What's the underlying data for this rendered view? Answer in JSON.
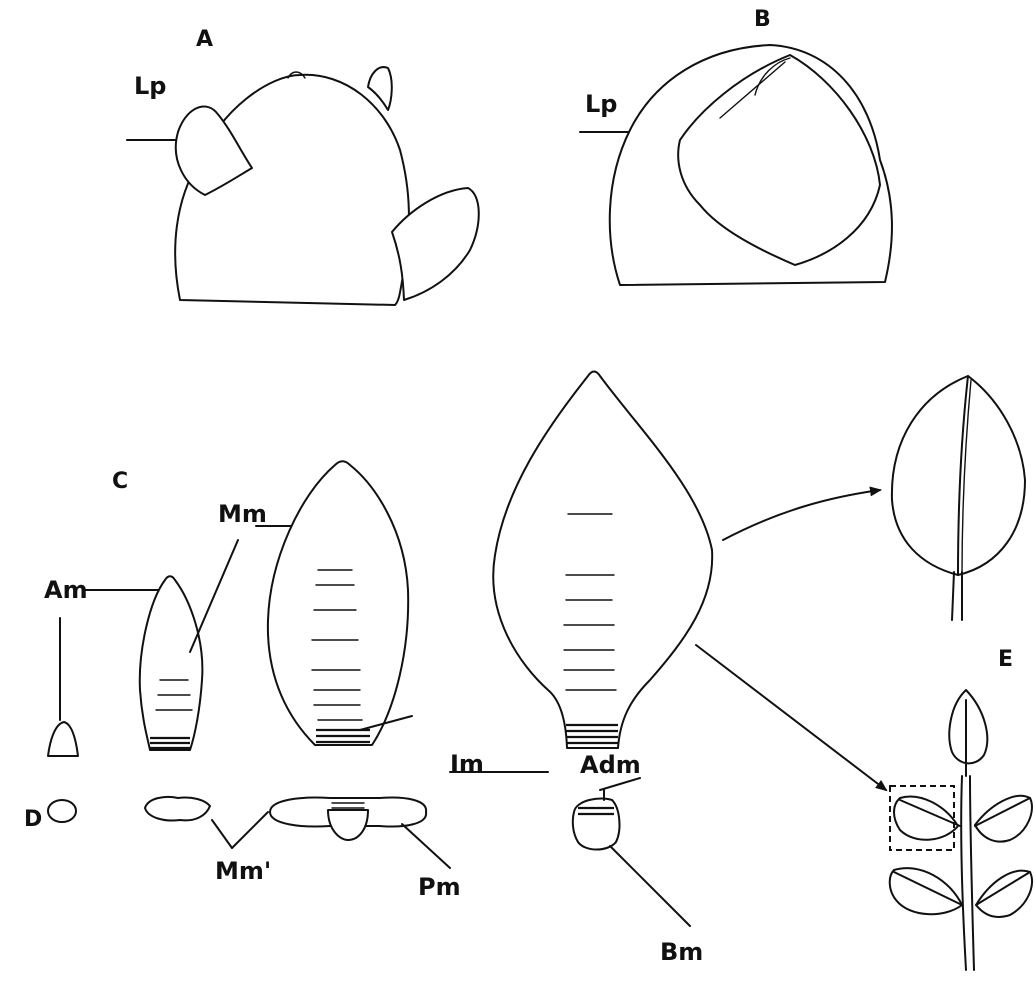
{
  "panels": {
    "A": "A",
    "B": "B",
    "C": "C",
    "D": "D",
    "E": "E"
  },
  "labels": {
    "lp_a": "Lp",
    "lp_b": "Lp",
    "am": "Am",
    "mm": "Mm",
    "im": "Im",
    "adm": "Adm",
    "mm_prime": "Mm'",
    "pm": "Pm",
    "bm": "Bm"
  }
}
